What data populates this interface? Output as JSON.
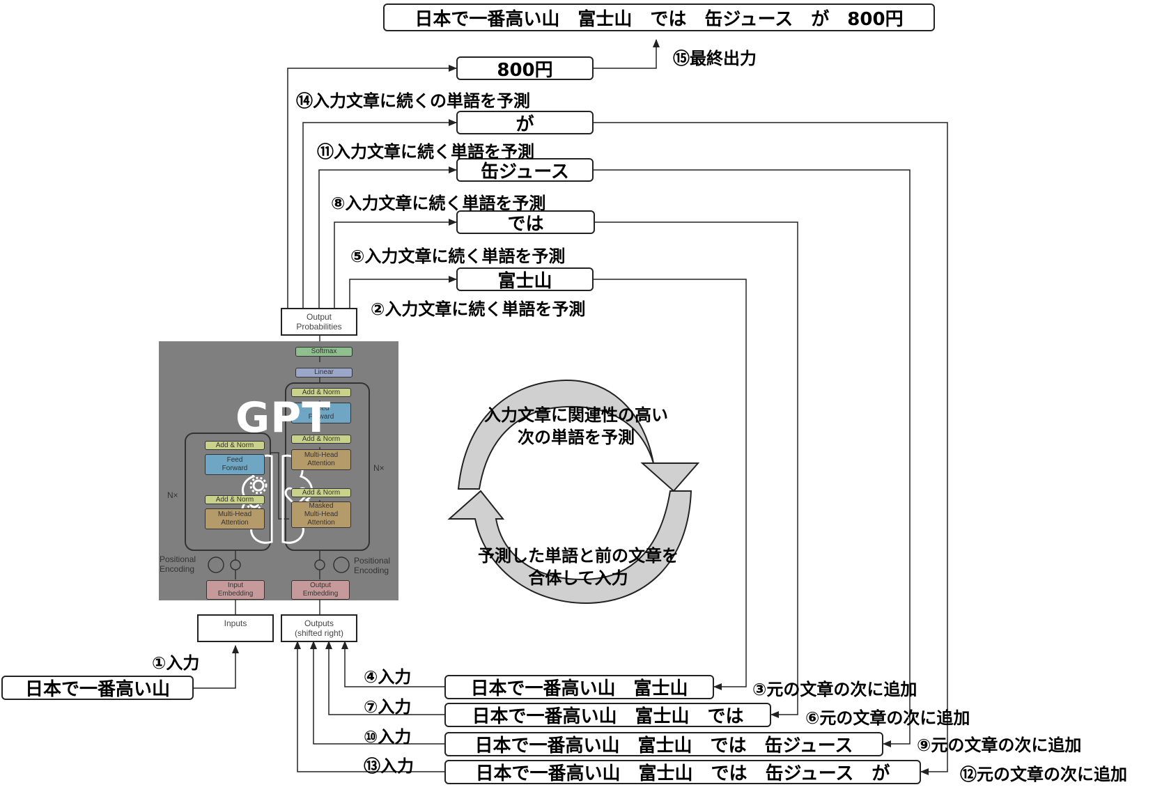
{
  "final_output": "日本で一番高い山　富士山　では　缶ジュース　が　800円",
  "gpt_label": "GPT",
  "input_text": "日本で一番高い山",
  "outputs": [
    "富士山",
    "では",
    "缶ジュース",
    "が",
    "800円"
  ],
  "concat_inputs": [
    "日本で一番高い山　富士山",
    "日本で一番高い山　富士山　では",
    "日本で一番高い山　富士山　では　缶ジュース",
    "日本で一番高い山　富士山　では　缶ジュース　が"
  ],
  "steps": {
    "s1": "①入力",
    "s2": "②入力文章に続く単語を予測",
    "s3": "③元の文章の次に追加",
    "s4": "④入力",
    "s5": "⑤入力文章に続く単語を予測",
    "s6": "⑥元の文章の次に追加",
    "s7": "⑦入力",
    "s8": "⑧入力文章に続く単語を予測",
    "s9": "⑨元の文章の次に追加",
    "s10": "⑩入力",
    "s11": "⑪入力文章に続く単語を予測",
    "s12": "⑫元の文章の次に追加",
    "s13": "⑬入力",
    "s14": "⑭入力文章に続くの単語を予測",
    "s15": "⑮最終出力"
  },
  "cycle": {
    "top": "入力文章に関連性の高い\n次の単語を予測",
    "bottom": "予測した単語と前の文章を\n合体して入力"
  },
  "transformer": {
    "inputs": "Inputs",
    "outputs_shifted": "Outputs\n(shifted right)",
    "output_probabilities": "Output\nProbabilities",
    "softmax": "Softmax",
    "linear": "Linear",
    "add_norm": "Add & Norm",
    "feed_forward": "Feed\nForward",
    "multi_head_attention": "Multi-Head\nAttention",
    "masked_multi_head_attention": "Masked\nMulti-Head\nAttention",
    "input_embedding": "Input\nEmbedding",
    "output_embedding": "Output\nEmbedding",
    "positional_encoding": "Positional\nEncoding",
    "nx": "N×"
  },
  "colors": {
    "stroke": "#222222",
    "gpt_panel": "#7f7f7f",
    "cycle_fill": "#d0d0d0",
    "add_norm": "#c9d28a",
    "feed_forward": "#6fa6c3",
    "attention": "#b59a6a",
    "embedding": "#c69a9a",
    "linear": "#9aa7c9",
    "softmax": "#8fbf8f"
  }
}
